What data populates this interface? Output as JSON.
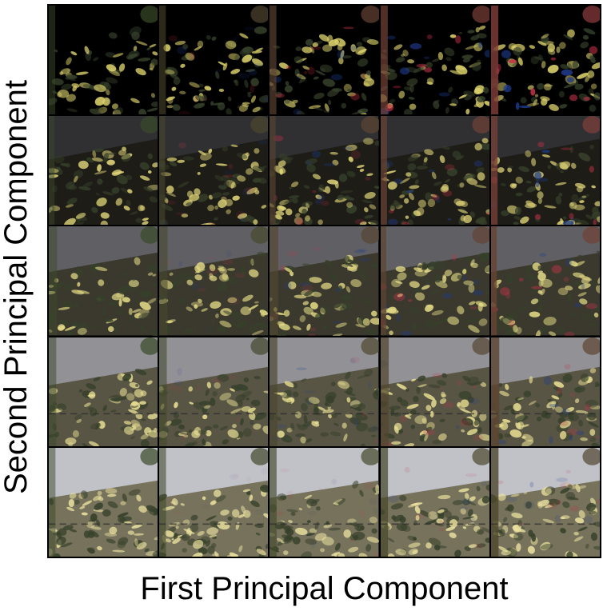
{
  "figure": {
    "x_label": "First Principal Component",
    "y_label": "Second Principal Component",
    "grid": {
      "rows": 5,
      "cols": 5
    },
    "palette": {
      "sky_cool": "#8e9bbb",
      "sky_warm": "#f2c6d8",
      "sky_light": "#f1f1fa",
      "foliage_dark": "#3b4a2a",
      "foliage_yellow": "#d9cf6a",
      "accent_red": "#c8324a",
      "accent_blue": "#1e3b8c"
    }
  }
}
